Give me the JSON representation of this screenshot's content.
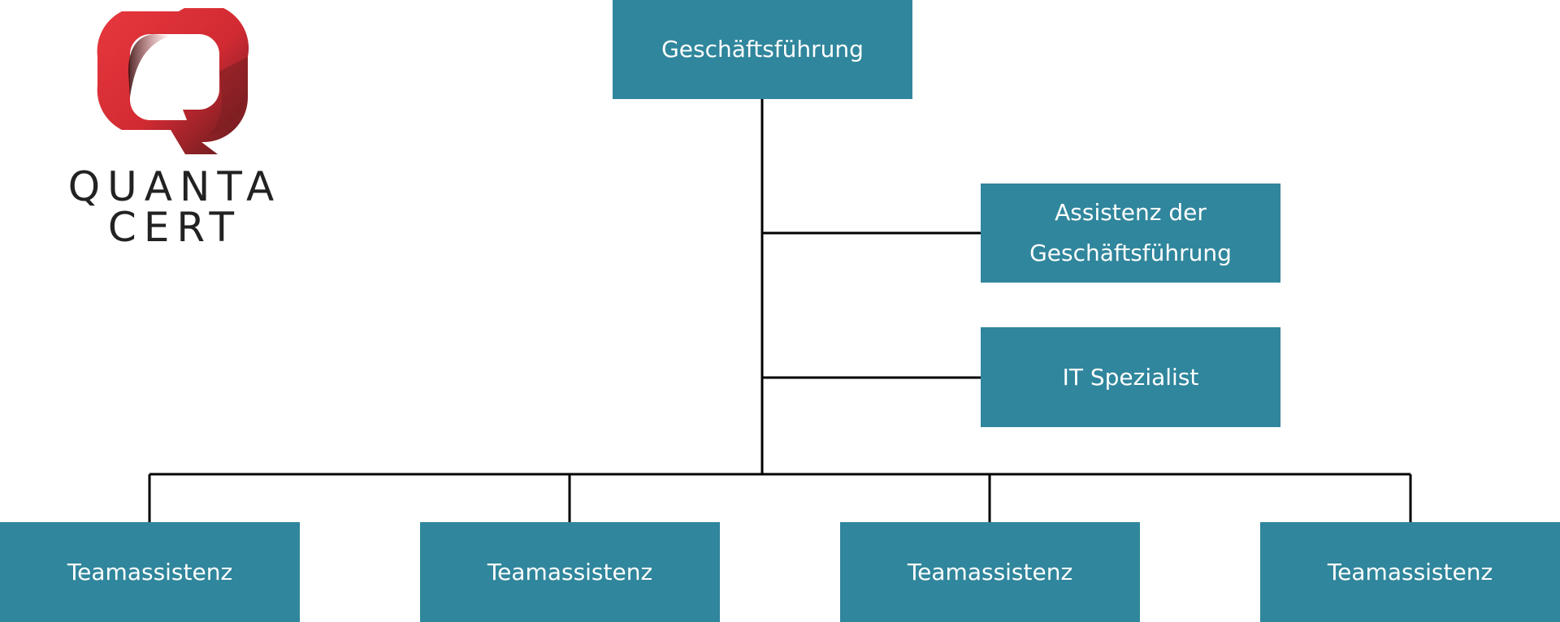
{
  "logo": {
    "line1": "QUANTA",
    "line2": "CERT",
    "colors": {
      "red": "#e0323a",
      "dark_red": "#7a1f22",
      "text": "#222222"
    }
  },
  "nodes": {
    "top": "Geschäftsführung",
    "assistant_line1": "Assistenz der",
    "assistant_line2": "Geschäftsführung",
    "it": "IT Spezialist",
    "team": [
      "Teamassistenz",
      "Teamassistenz",
      "Teamassistenz",
      "Teamassistenz"
    ]
  },
  "colors": {
    "box": "#30869c",
    "box_text": "#ffffff",
    "connector": "#000000"
  }
}
